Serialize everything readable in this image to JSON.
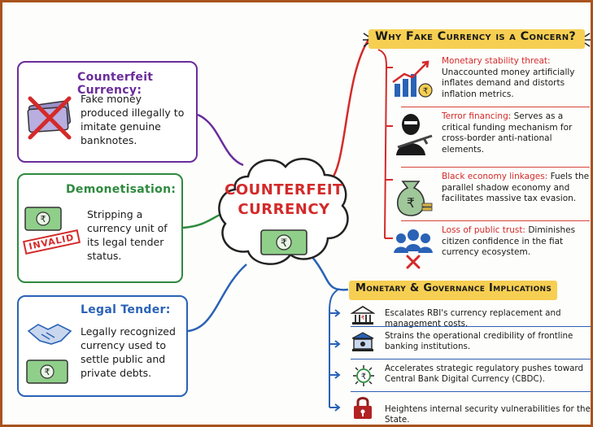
{
  "center": {
    "line1": "COUNTERFEIT",
    "line2": "CURRENCY"
  },
  "definitions": [
    {
      "title": "Counterfeit Currency:",
      "text": "Fake money produced illegally to imitate genuine banknotes."
    },
    {
      "title": "Demonetisation:",
      "text": "Stripping a currency unit of its legal tender status.",
      "stamp": "INVALID"
    },
    {
      "title": "Legal Tender:",
      "text": "Legally recognized currency used to settle public and private debts."
    }
  ],
  "concern": {
    "heading": "Why Fake Currency is a Concern?",
    "items": [
      {
        "title": "Monetary stability threat:",
        "text": "Unaccounted money artificially inflates demand and distorts inflation metrics.",
        "icon": "rising-chart-icon"
      },
      {
        "title": "Terror financing:",
        "text": "Serves as a critical funding mechanism for cross-border anti-national elements.",
        "icon": "masked-terrorist-icon"
      },
      {
        "title": "Black economy linkages:",
        "text": "Fuels the parallel shadow economy and facilitates massive tax evasion.",
        "icon": "money-bag-icon"
      },
      {
        "title": "Loss of public trust:",
        "text": "Diminishes citizen confidence in the fiat currency ecosystem.",
        "icon": "crossed-people-icon"
      }
    ]
  },
  "implications": {
    "heading": "Monetary & Governance Implications",
    "items": [
      {
        "text": "Escalates RBI's currency replacement and management costs.",
        "icon": "bank-building-icon"
      },
      {
        "text": "Strains the operational credibility of frontline banking institutions.",
        "icon": "bank-counter-icon"
      },
      {
        "text": "Accelerates strategic regulatory pushes toward Central Bank Digital Currency (CBDC).",
        "icon": "digital-rupee-icon"
      },
      {
        "text": "Heightens internal security vulnerabilities for the State.",
        "icon": "padlock-icon"
      }
    ]
  },
  "colors": {
    "purple": "#6a2c9a",
    "green": "#2e8a3e",
    "blue": "#2a62b6",
    "red": "#d42a2a",
    "banner": "#f6cf52",
    "frame": "#a8531e",
    "note": "#7fb37a"
  },
  "currency_symbol": "₹"
}
